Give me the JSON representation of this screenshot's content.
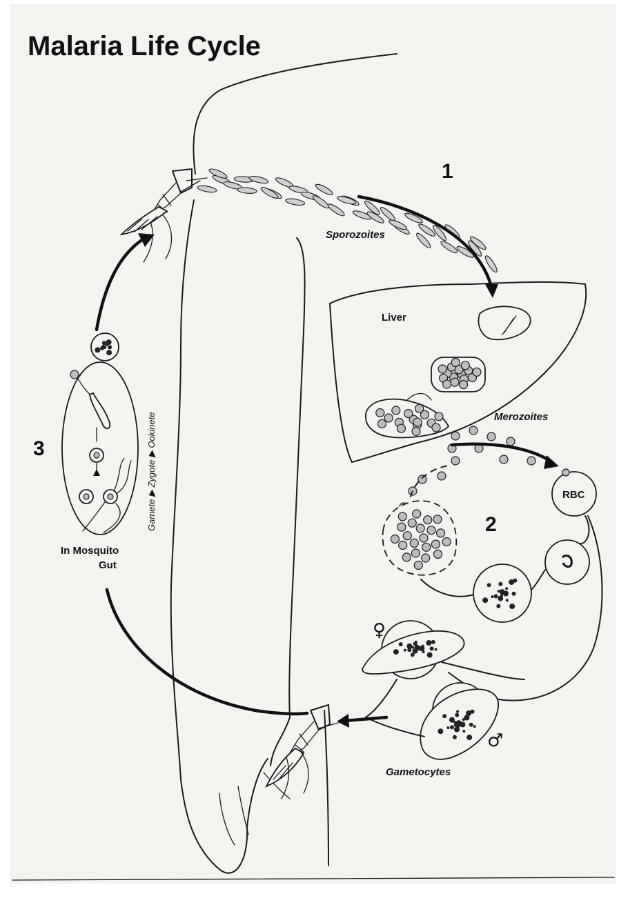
{
  "title": "Malaria Life Cycle",
  "steps": {
    "one": "1",
    "two": "2",
    "three": "3"
  },
  "labels": {
    "sporozoites": "Sporozoites",
    "liver": "Liver",
    "merozoites": "Merozoites",
    "rbc": "RBC",
    "mosquito_gut_line1": "In Mosquito",
    "mosquito_gut_line2": "Gut",
    "gametocytes": "Gametocytes",
    "gut_sequence": "Gamete ▶ Zygote ▶ Ookinete"
  },
  "symbols": {
    "female": "♀",
    "male": "♂"
  }
}
